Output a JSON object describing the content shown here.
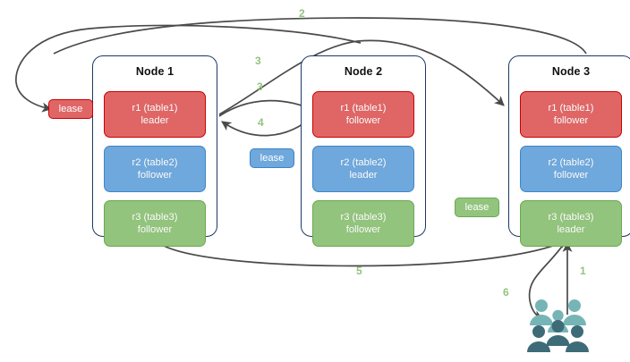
{
  "diagram": {
    "title": "Distributed lease / raft replica diagram",
    "background": "#ffffff",
    "colors": {
      "red_fill": "#e06666",
      "red_border": "#cc0000",
      "blue_fill": "#6fa8dc",
      "blue_border": "#3d85c6",
      "green_fill": "#93c47d",
      "green_border": "#6aa84f",
      "node_border": "#1f3864",
      "arrow": "#404040",
      "label_green": "#93c47d"
    }
  },
  "nodes": [
    {
      "title": "Node 1",
      "replicas": [
        {
          "name": "r1 (table1)",
          "role": "leader",
          "color": "red"
        },
        {
          "name": "r2 (table2)",
          "role": "follower",
          "color": "blue"
        },
        {
          "name": "r3 (table3)",
          "role": "follower",
          "color": "green"
        }
      ]
    },
    {
      "title": "Node 2",
      "replicas": [
        {
          "name": "r1 (table1)",
          "role": "follower",
          "color": "red"
        },
        {
          "name": "r2 (table2)",
          "role": "leader",
          "color": "blue"
        },
        {
          "name": "r3 (table3)",
          "role": "follower",
          "color": "green"
        }
      ]
    },
    {
      "title": "Node 3",
      "replicas": [
        {
          "name": "r1 (table1)",
          "role": "follower",
          "color": "red"
        },
        {
          "name": "r2 (table2)",
          "role": "follower",
          "color": "blue"
        },
        {
          "name": "r3 (table3)",
          "role": "leader",
          "color": "green"
        }
      ]
    }
  ],
  "leases": [
    {
      "label": "lease",
      "color": "red"
    },
    {
      "label": "lease",
      "color": "blue"
    },
    {
      "label": "lease",
      "color": "green"
    }
  ],
  "edge_labels": [
    {
      "id": "step-2",
      "text": "2"
    },
    {
      "id": "step-3a",
      "text": "3"
    },
    {
      "id": "step-3b",
      "text": "3"
    },
    {
      "id": "step-4",
      "text": "4"
    },
    {
      "id": "step-5",
      "text": "5"
    },
    {
      "id": "step-1",
      "text": "1"
    },
    {
      "id": "step-6",
      "text": "6"
    }
  ],
  "users": {
    "icon": "users-group-icon",
    "back_color": "#76b5b5",
    "front_color": "#3d6b78"
  }
}
